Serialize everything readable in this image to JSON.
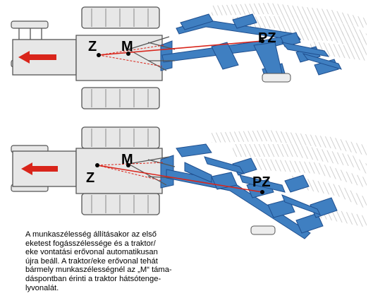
{
  "colors": {
    "plow_blue": "#3f7fc1",
    "plow_blue_dark": "#1f4f8f",
    "tractor_gray": "#e7e7e7",
    "draft_line": "#d9251b",
    "arrow": "#d9251b",
    "furrow": "#c9c9c9"
  },
  "icons": {
    "direction": "left-arrow-icon"
  },
  "top_diagram": {
    "labels": {
      "z": "Z",
      "m": "M",
      "pz": "PZ"
    }
  },
  "bottom_diagram": {
    "labels": {
      "z": "Z",
      "m": "M",
      "pz": "PZ"
    }
  },
  "caption": {
    "lines": [
      "A munkaszélesség állításakor az első",
      "eketest fogásszélessége és a traktor/",
      "eke vontatási erővonal automatikusan",
      "újra beáll. A traktor/eke erővonal tehát",
      "bármely munkaszélességnél az „M“ táma-",
      "dáspontban érinti a traktor hátsótenge-",
      "lyvonalát."
    ]
  }
}
